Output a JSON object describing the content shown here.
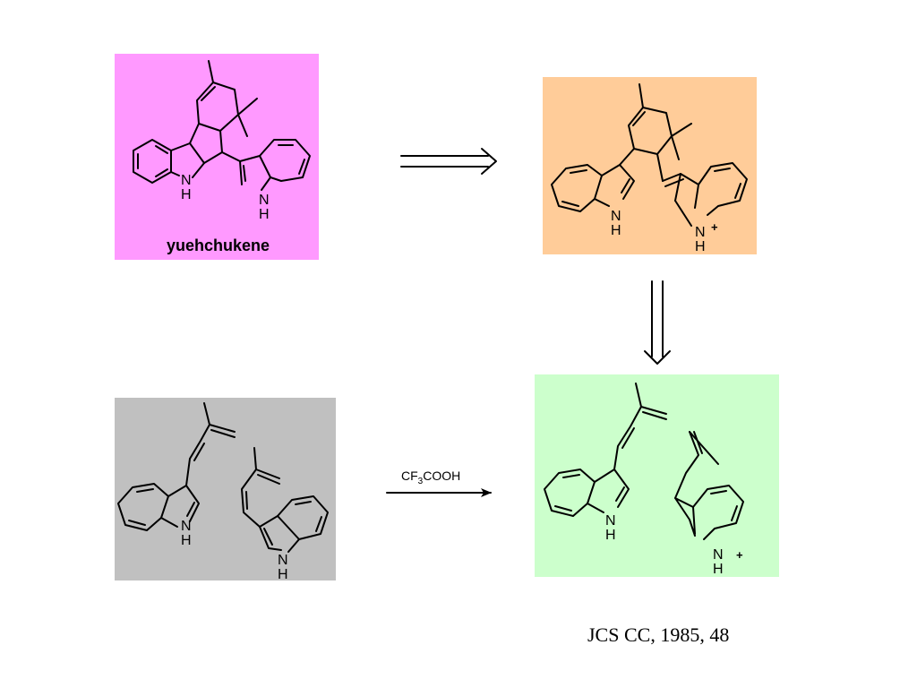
{
  "colors": {
    "yuehchukene_box": "#ff99ff",
    "cation_box": "#ffcc99",
    "diene_cation_box": "#ccffcc",
    "precursor_box": "#c0c0c0",
    "ink": "#000000"
  },
  "compounds": {
    "yuehchukene": {
      "name": "yuehchukene",
      "nh_left": "N",
      "h_left": "H",
      "nh_right": "N",
      "h_right": "H"
    },
    "cation": {
      "nh_left": "N",
      "h_left": "H",
      "nh_right": "N",
      "h_right": "H",
      "charge": "+"
    },
    "diene_cation": {
      "nh_left": "N",
      "h_left": "H",
      "nh_right": "N",
      "h_right": "H",
      "charge": "+"
    },
    "precursor": {
      "nh_left": "N",
      "h_left": "H",
      "nh_right": "N",
      "h_right": "H"
    }
  },
  "reaction": {
    "reagent_main": "CF",
    "reagent_sub": "3",
    "reagent_tail": "COOH"
  },
  "citation": "JCS CC, 1985, 48"
}
